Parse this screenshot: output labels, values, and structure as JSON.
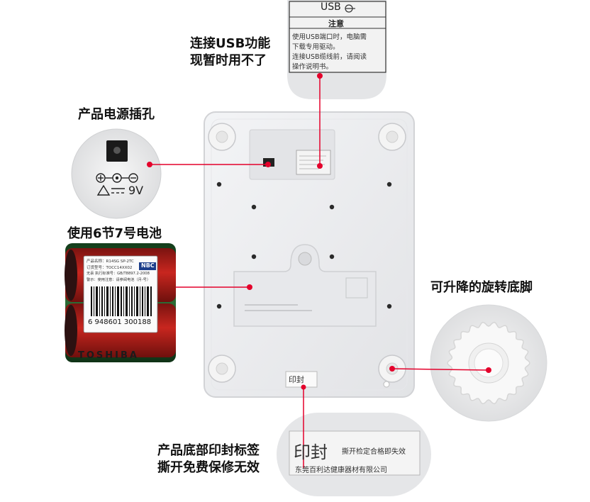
{
  "callouts": {
    "usb_line1": "连接USB功能",
    "usb_line2": "现暂时用不了",
    "power": "产品电源插孔",
    "battery": "使用6节7号电池",
    "feet": "可升降的旋转底脚",
    "seal_line1": "产品底部印封标签",
    "seal_line2": "撕开免费保修无效"
  },
  "usb_panel": {
    "title": "USB",
    "notice": "注意",
    "line1": "使用USB端口时，电脑需",
    "line2": "下载专用驱动。",
    "line3": "连接USB缆线前，请阅读",
    "line4": "操作说明书。"
  },
  "power_panel": {
    "rating": "9V"
  },
  "battery": {
    "line1": "产品名称：R14SG SP-2TC",
    "line2": "订货型号：TOCC14XX02",
    "line3": "无汞  执行标准号：GB/T8897.2-2008",
    "line4": "警示：使用注意：请参阅电池（月-号）",
    "badge": "NBC",
    "barcode": "6 948601 300188",
    "brand": "TOSHIBA"
  },
  "seal": {
    "big": "印封",
    "text1": "撕开检定合格即失效",
    "text2": "东莞百利达健康器材有限公司"
  },
  "device": {
    "seal_label": "印封"
  },
  "colors": {
    "callout_line": "#e4002b",
    "body": "#ecedef",
    "battery_red": "#b51f1d",
    "battery_green": "#1f5a2a"
  }
}
